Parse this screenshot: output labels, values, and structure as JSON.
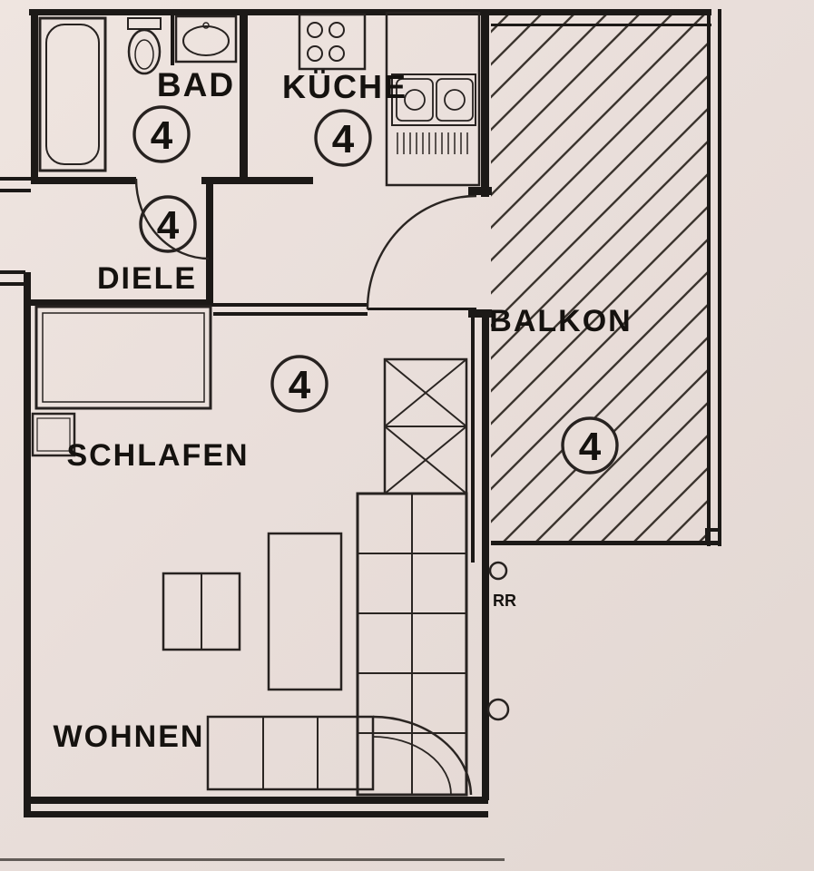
{
  "rooms": {
    "bad": {
      "label": "BAD",
      "marker": "4"
    },
    "kueche": {
      "label": "KÜCHE",
      "marker": "4"
    },
    "diele": {
      "label": "DIELE",
      "marker": "4"
    },
    "schlafen": {
      "label": "SCHLAFEN",
      "marker": "4"
    },
    "wohnen": {
      "label": "WOHNEN"
    },
    "balkon": {
      "label": "BALKON",
      "marker": "4"
    }
  },
  "annotations": {
    "rr": "RR"
  },
  "colors": {
    "paper": "#e8ddd8",
    "ink": "#1c1917"
  }
}
